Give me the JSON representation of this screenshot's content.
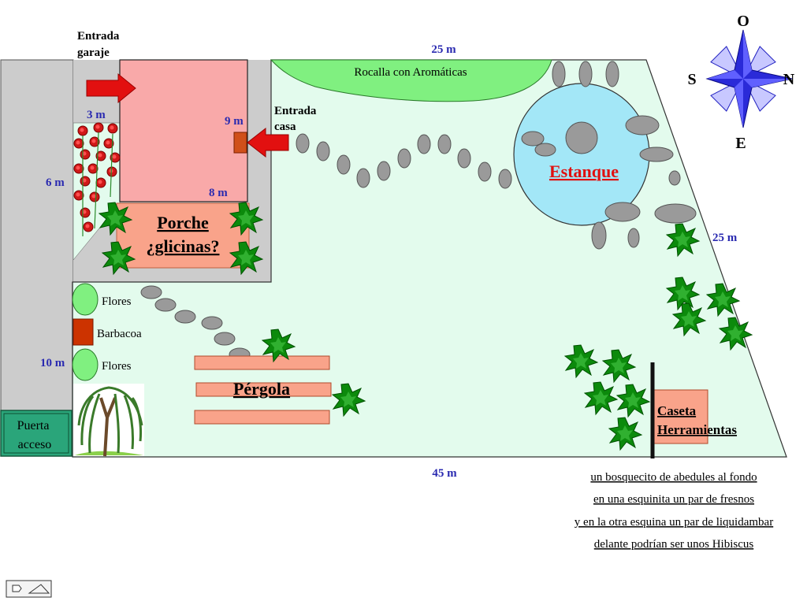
{
  "labels": {
    "garage_entry": [
      "Entrada",
      "garaje"
    ],
    "house_entry": [
      "Entrada",
      "casa"
    ],
    "rockery": "Rocalla con Aromáticas",
    "pond": "Estanque",
    "porch": [
      "Porche",
      "¿glicinas?"
    ],
    "flowers_top": "Flores",
    "bbq": "Barbacoa",
    "flowers_bottom": "Flores",
    "pergola": "Pérgola",
    "shed": [
      "Caseta",
      "Herramientas"
    ],
    "access_gate": [
      "Puerta",
      "acceso"
    ]
  },
  "dimensions": {
    "top": "25 m",
    "right": "25 m",
    "bottom": "45 m",
    "garage_width": "3 m",
    "garage_depth": "6 m",
    "house_side": "9 m",
    "house_bottom": "8 m",
    "left_side": "10 m"
  },
  "compass": {
    "north": "N",
    "south": "S",
    "east": "E",
    "west": "O"
  },
  "notes": [
    "un bosquecito de abedules al fondo",
    "en una esquinita un par de fresnos",
    "y en la otra esquina un par de liquidambar",
    "delante podrían ser unos Hibiscus"
  ],
  "colors": {
    "lawn": "#e3fbed",
    "path": "#cccccc",
    "house": "#f9a9a9",
    "porch": "#f9a38a",
    "pond": "#a3e7f7",
    "rockery": "#80f080",
    "gate": "#2aa57a",
    "arrow": "#e21010",
    "compass": "#2020c0"
  }
}
